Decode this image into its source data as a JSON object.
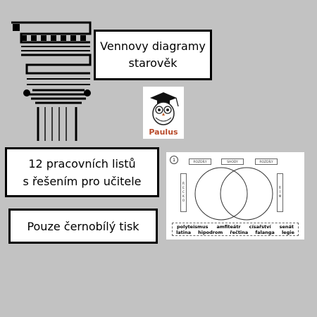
{
  "title": {
    "line1": "Vennovy diagramy",
    "line2": "starověk"
  },
  "worksheets": {
    "line1": "12 pracovních listů",
    "line2": "s řešením pro učitele"
  },
  "print": {
    "label": "Pouze černobílý tisk"
  },
  "logo": {
    "name": "Paulus"
  },
  "sample_sheet": {
    "number": "1",
    "left_header": "ROZDÍLY",
    "middle_header": "SHODY",
    "right_header": "ROZDÍLY",
    "left_side": [
      "Ř",
      "E",
      "C",
      "K",
      "O"
    ],
    "right_side": [
      "Ř",
      "Í",
      "M"
    ],
    "words_row1": [
      "polyteismus",
      "amfiteátr",
      "císařství",
      "senát"
    ],
    "words_row2": [
      "latina",
      "hipodrom",
      "řečtina",
      "falanga",
      "legie"
    ]
  }
}
